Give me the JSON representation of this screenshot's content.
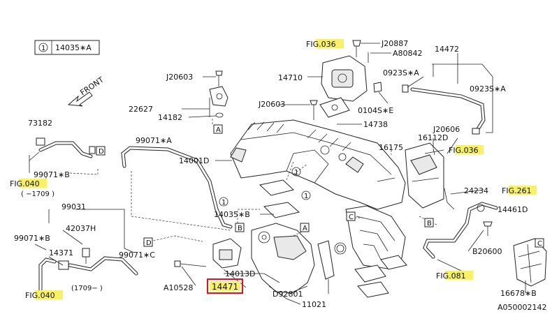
{
  "header_note": {
    "circle": "1",
    "part": "14035∗A"
  },
  "front_label": "FRONT",
  "part_labels": {
    "j20887": "J20887",
    "a80842": "A80842",
    "p14472": "14472",
    "p14710": "14710",
    "c0923sA_1": "0923S∗A",
    "c0923sA_2": "0923S∗A",
    "j20603_top": "J20603",
    "p22627": "22627",
    "p14182": "14182",
    "j20603_mid": "J20603",
    "p0104sE": "0104S∗E",
    "p14738": "14738",
    "p73182": "73182",
    "p99071A": "99071∗A",
    "p14001D": "14001D",
    "p16112D": "16112D",
    "j20606": "J20606",
    "p16175": "16175",
    "p99071B": "99071∗B",
    "range_1709_a": "( −1709 )",
    "p24234": "24234",
    "p14035B": "14035∗B",
    "p14461D": "14461D",
    "p99031": "99031",
    "p42037H": "42037H",
    "p99071B_2": "99071∗B",
    "p14371": "14371",
    "p99071C": "99071∗C",
    "range_1709_b": "(1709− )",
    "p14013D": "14013D",
    "a10528": "A10528",
    "p14471": "14471",
    "d92801": "D92801",
    "p11021": "11021",
    "b20600": "B20600",
    "p16678B": "16678∗B",
    "diagram_code": "A050002142"
  },
  "fig_refs": {
    "fig036_top": "FIG.036",
    "fig036_right": "FIG.036",
    "fig040_a": "FIG.040",
    "fig261": "FIG.261",
    "fig081": "FIG.081",
    "fig040_b": "FIG.040"
  },
  "ref_boxes": {
    "A": "A",
    "B": "B",
    "C": "C",
    "D": "D"
  },
  "circle_mark": "1",
  "colors": {
    "highlight": "#f6f06a",
    "selected_outline": "#e0121b",
    "line": "#222222"
  }
}
